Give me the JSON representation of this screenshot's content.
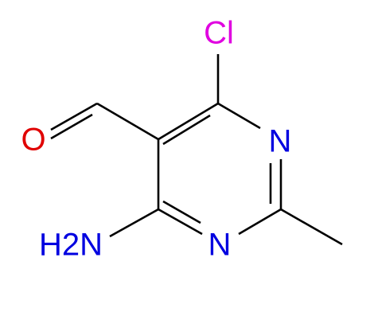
{
  "structure": {
    "atoms": {
      "chlorine": {
        "label": "Cl",
        "color": "#e000e0"
      },
      "oxygen": {
        "label": "O",
        "color": "#e00000"
      },
      "ring_nitrogen_top": {
        "label": "N",
        "color": "#0000e0"
      },
      "ring_nitrogen_bottom": {
        "label": "N",
        "color": "#0000e0"
      },
      "amino": {
        "label": "H2N",
        "color": "#0000e0"
      }
    },
    "bond_color": "#000000"
  }
}
